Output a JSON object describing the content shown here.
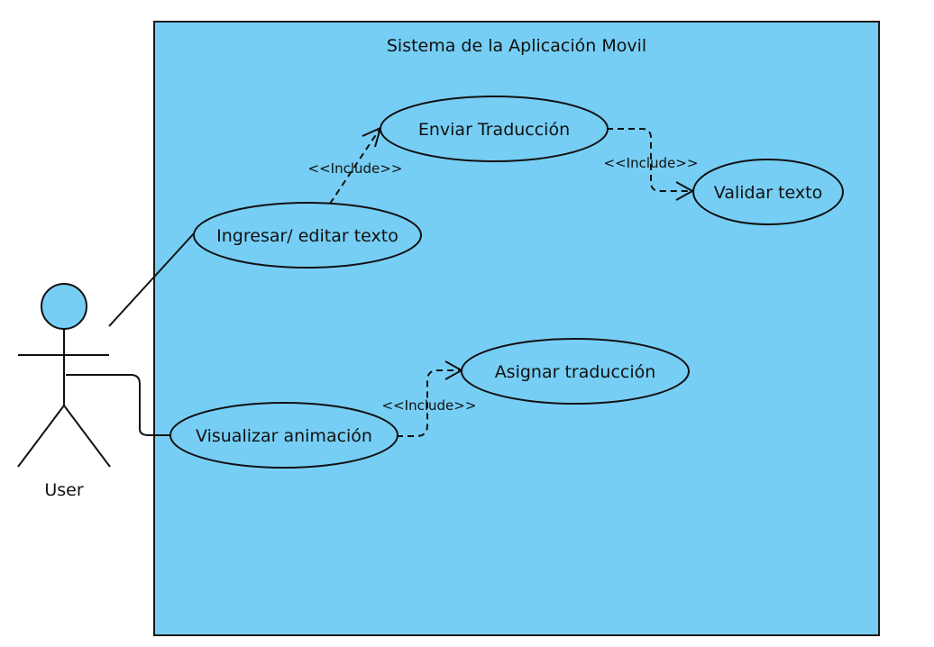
{
  "system": {
    "title": "Sistema de la Aplicación Movil",
    "fill_color": "#76cef4",
    "border_color": "#1a1a1a"
  },
  "actor": {
    "label": "User",
    "head_color": "#76cef4"
  },
  "use_cases": {
    "enviar": "Enviar Traducción",
    "validar": "Validar texto",
    "ingresar": "Ingresar/ editar texto",
    "asignar": "Asignar traducción",
    "visualizar": "Visualizar animación"
  },
  "relations": {
    "include_1": "<<Include>>",
    "include_2": "<<Include>>",
    "include_3": "<<Include>>"
  }
}
